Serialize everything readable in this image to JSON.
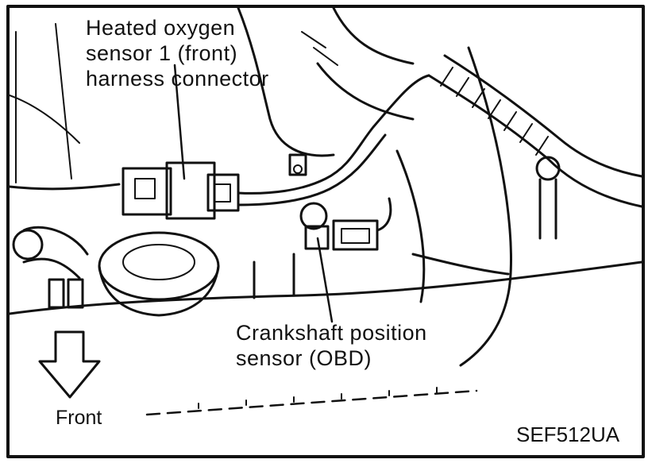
{
  "labels": {
    "heated_sensor": {
      "line1": "Heated oxygen",
      "line2": "sensor 1 (front)",
      "line3": "harness connector"
    },
    "crankshaft_sensor": {
      "line1": "Crankshaft position",
      "line2": "sensor (OBD)"
    },
    "direction": "Front",
    "figure_code": "SEF512UA"
  },
  "colors": {
    "ink": "#111111",
    "paper": "#ffffff"
  }
}
